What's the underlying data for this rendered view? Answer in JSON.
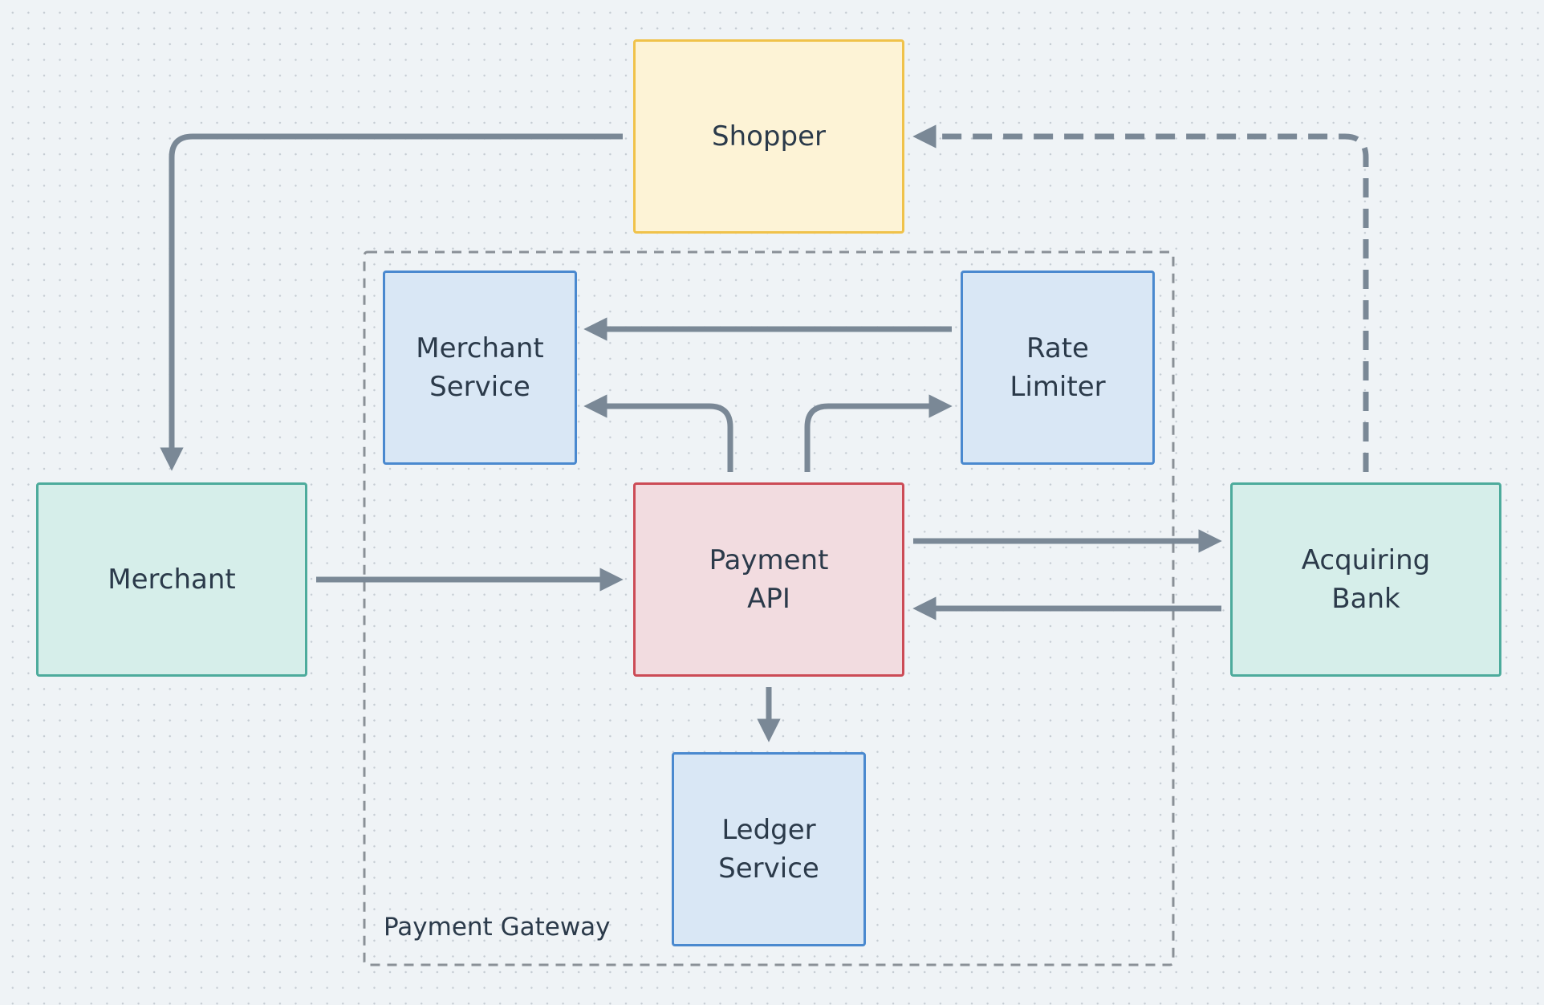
{
  "colors": {
    "background": "#eff3f6",
    "edge": "#7a8896",
    "group_border": "#8a9097",
    "yellow_fill": "#fdf3d6",
    "yellow_border": "#f0c24a",
    "blue_fill": "#d9e7f5",
    "blue_border": "#4a89cf",
    "teal_fill": "#d6eeea",
    "teal_border": "#4dab9c",
    "red_fill": "#f2dce0",
    "red_border": "#cc4b56"
  },
  "group": {
    "label": "Payment Gateway"
  },
  "nodes": {
    "shopper": "Shopper",
    "merchant_service": "Merchant\nService",
    "rate_limiter": "Rate\nLimiter",
    "merchant": "Merchant",
    "payment_api": "Payment\nAPI",
    "acquiring_bank": "Acquiring\nBank",
    "ledger_service": "Ledger\nService"
  },
  "edges": [
    {
      "from": "Shopper",
      "to": "Merchant",
      "style": "solid"
    },
    {
      "from": "Acquiring Bank",
      "to": "Shopper",
      "style": "dashed"
    },
    {
      "from": "Rate Limiter",
      "to": "Merchant Service",
      "style": "solid"
    },
    {
      "from": "Payment API",
      "to": "Merchant Service",
      "style": "solid"
    },
    {
      "from": "Payment API",
      "to": "Rate Limiter",
      "style": "solid"
    },
    {
      "from": "Merchant",
      "to": "Payment API",
      "style": "solid"
    },
    {
      "from": "Payment API",
      "to": "Acquiring Bank",
      "style": "solid"
    },
    {
      "from": "Acquiring Bank",
      "to": "Payment API",
      "style": "solid"
    },
    {
      "from": "Payment API",
      "to": "Ledger Service",
      "style": "solid"
    }
  ]
}
